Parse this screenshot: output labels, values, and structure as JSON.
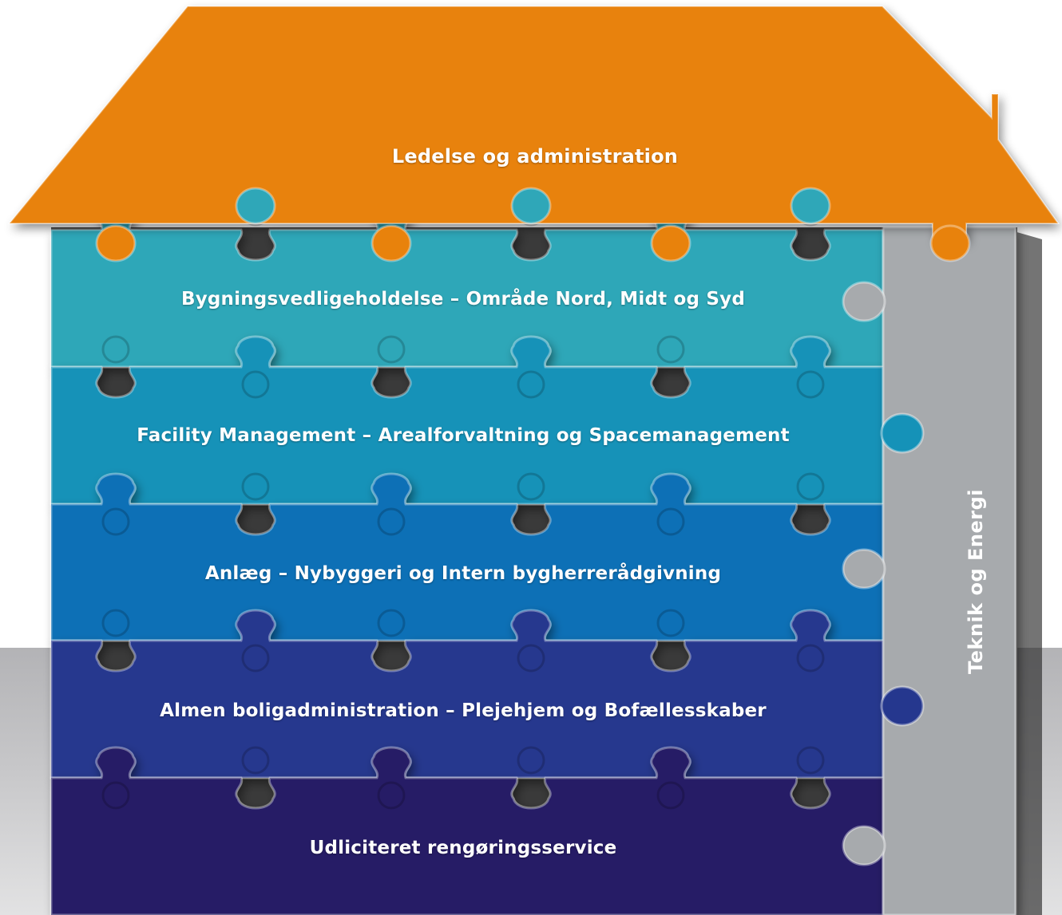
{
  "roof": {
    "label": "Ledelse og administration",
    "color": "#E8820C"
  },
  "rows": [
    {
      "label": "Bygningsvedligeholdelse – Område Nord, Midt og Syd",
      "color": "#2FA7B8"
    },
    {
      "label": "Facility Management – Arealforvaltning og Spacemanagement",
      "color": "#1592B8"
    },
    {
      "label": "Anlæg – Nybyggeri og Intern bygherrerådgivning",
      "color": "#0B6FB6"
    },
    {
      "label": "Almen boligadministration – Plejehjem og Bofællesskaber",
      "color": "#25378E"
    },
    {
      "label": "Udliciteret rengøringsservice",
      "color": "#261F66"
    }
  ],
  "column": {
    "label": "Teknik og Energi",
    "color": "#A7AAAD"
  },
  "ground": {
    "color": "#BDBDBF"
  }
}
